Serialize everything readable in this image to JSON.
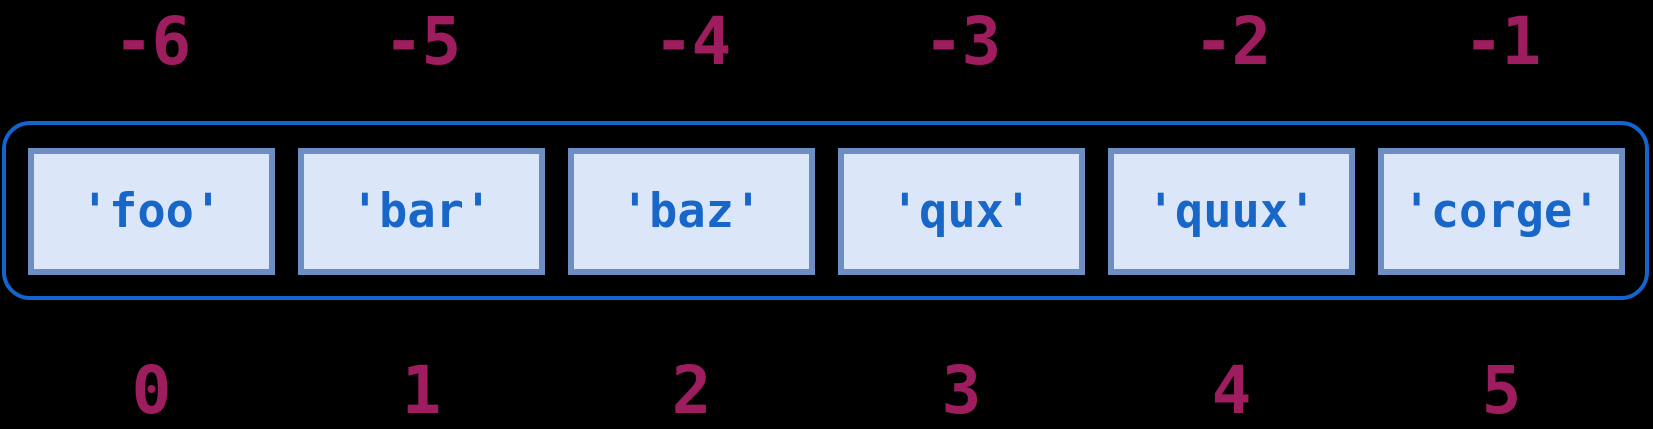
{
  "diagram": {
    "cells": [
      {
        "value": "'foo'",
        "negative_index": "-6",
        "positive_index": "0"
      },
      {
        "value": "'bar'",
        "negative_index": "-5",
        "positive_index": "1"
      },
      {
        "value": "'baz'",
        "negative_index": "-4",
        "positive_index": "2"
      },
      {
        "value": "'qux'",
        "negative_index": "-3",
        "positive_index": "3"
      },
      {
        "value": "'quux'",
        "negative_index": "-2",
        "positive_index": "4"
      },
      {
        "value": "'corge'",
        "negative_index": "-1",
        "positive_index": "5"
      }
    ],
    "colors": {
      "background": "#000000",
      "container_border": "#1464d0",
      "cell_border": "#6d8dc3",
      "cell_fill": "#dbe7f8",
      "cell_text": "#1766c8",
      "index_text": "#9e1d5f"
    }
  }
}
